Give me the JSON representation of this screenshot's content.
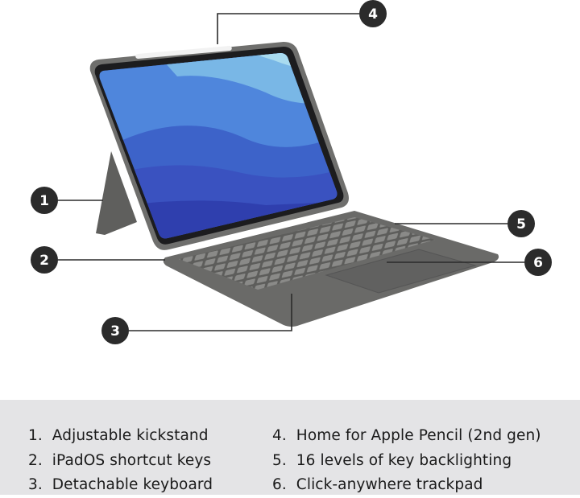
{
  "callouts": [
    {
      "number": "1",
      "label": "Adjustable kickstand"
    },
    {
      "number": "2",
      "label": "iPadOS shortcut keys"
    },
    {
      "number": "3",
      "label": "Detachable keyboard"
    },
    {
      "number": "4",
      "label": "Home for Apple Pencil (2nd gen)"
    },
    {
      "number": "5",
      "label": "16 levels of key backlighting"
    },
    {
      "number": "6",
      "label": "Click-anywhere trackpad"
    }
  ],
  "legend": {
    "items": [
      "1.  Adjustable kickstand",
      "2.  iPadOS shortcut keys",
      "3.  Detachable keyboard",
      "4.  Home for Apple Pencil (2nd gen)",
      "5.  16 levels of key backlighting",
      "6.  Click-anywhere trackpad"
    ]
  },
  "colors": {
    "marker": "#2b2b2b",
    "legend_bg": "#e4e4e6",
    "case": "#6e6e6c",
    "screen": "#4a7fd8"
  }
}
